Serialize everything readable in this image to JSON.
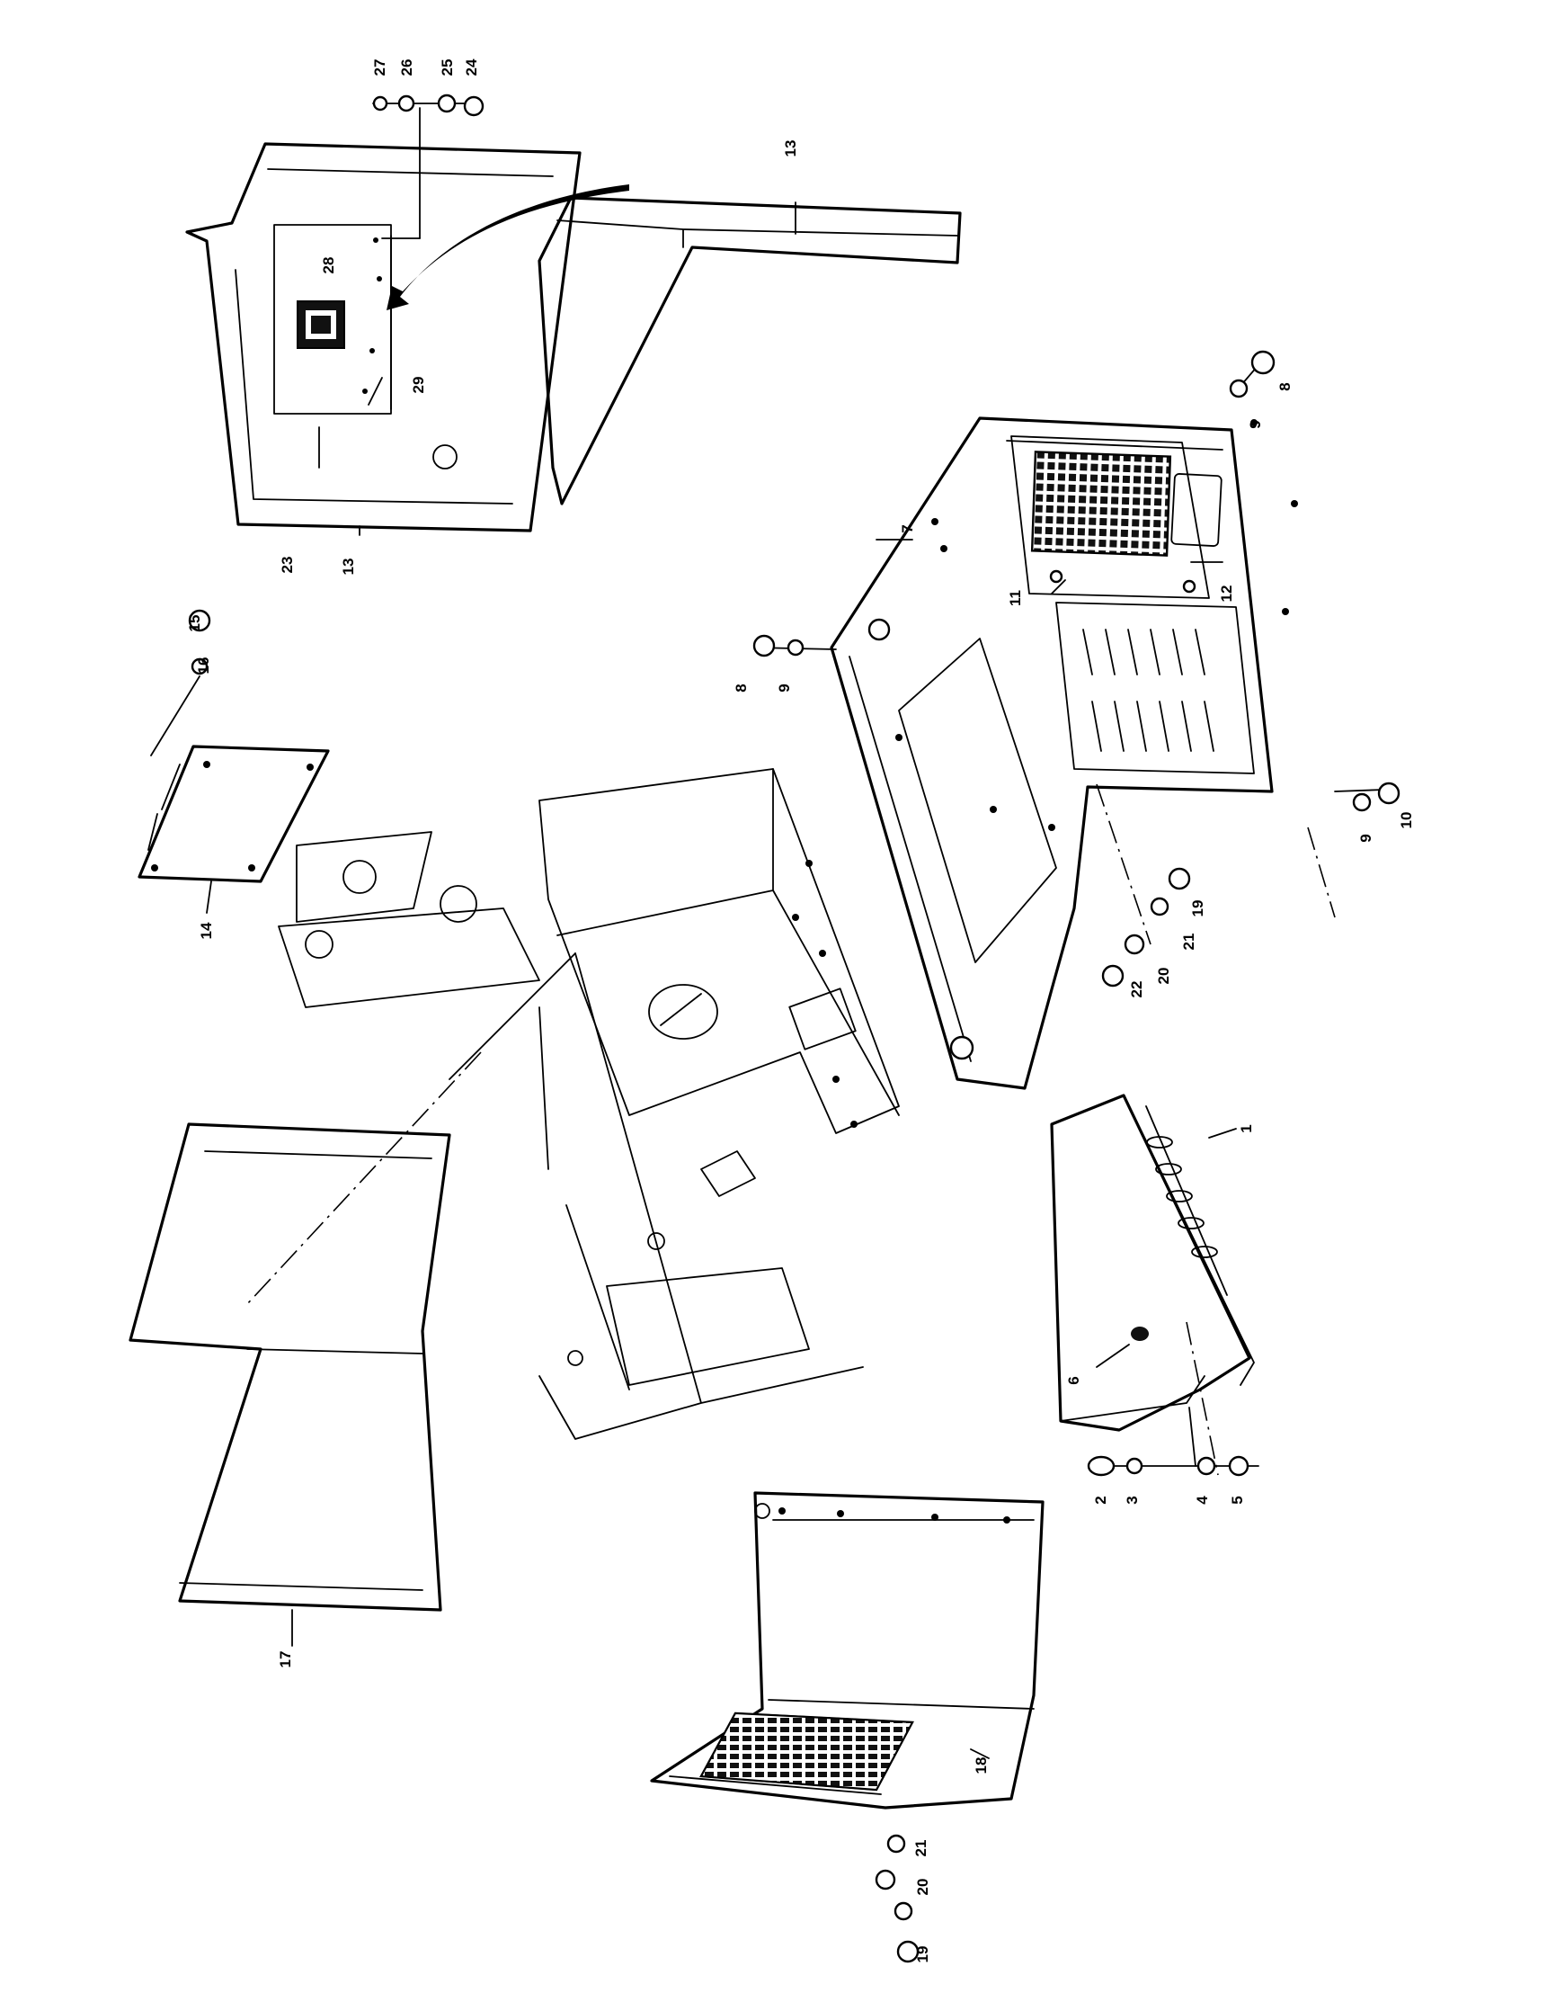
{
  "diagram": {
    "style": "exploded parts view",
    "callouts": [
      {
        "id": "c1",
        "text": "1"
      },
      {
        "id": "c2",
        "text": "2"
      },
      {
        "id": "c3",
        "text": "3"
      },
      {
        "id": "c4",
        "text": "4"
      },
      {
        "id": "c5",
        "text": "5"
      },
      {
        "id": "c6",
        "text": "6"
      },
      {
        "id": "c7",
        "text": "7"
      },
      {
        "id": "c8a",
        "text": "8"
      },
      {
        "id": "c8b",
        "text": "8"
      },
      {
        "id": "c9a",
        "text": "9"
      },
      {
        "id": "c9b",
        "text": "9"
      },
      {
        "id": "c9c",
        "text": "9"
      },
      {
        "id": "c10",
        "text": "10"
      },
      {
        "id": "c11",
        "text": "11"
      },
      {
        "id": "c12",
        "text": "12"
      },
      {
        "id": "c13a",
        "text": "13"
      },
      {
        "id": "c13b",
        "text": "13"
      },
      {
        "id": "c14",
        "text": "14"
      },
      {
        "id": "c15",
        "text": "15"
      },
      {
        "id": "c16",
        "text": "16"
      },
      {
        "id": "c17",
        "text": "17"
      },
      {
        "id": "c18",
        "text": "18"
      },
      {
        "id": "c19a",
        "text": "19"
      },
      {
        "id": "c19b",
        "text": "19"
      },
      {
        "id": "c20a",
        "text": "20"
      },
      {
        "id": "c20b",
        "text": "20"
      },
      {
        "id": "c21a",
        "text": "21"
      },
      {
        "id": "c21b",
        "text": "21"
      },
      {
        "id": "c22",
        "text": "22"
      },
      {
        "id": "c23",
        "text": "23"
      },
      {
        "id": "c24",
        "text": "24"
      },
      {
        "id": "c25",
        "text": "25"
      },
      {
        "id": "c26",
        "text": "26"
      },
      {
        "id": "c27",
        "text": "27"
      },
      {
        "id": "c28",
        "text": "28"
      },
      {
        "id": "c29",
        "text": "29"
      }
    ]
  }
}
